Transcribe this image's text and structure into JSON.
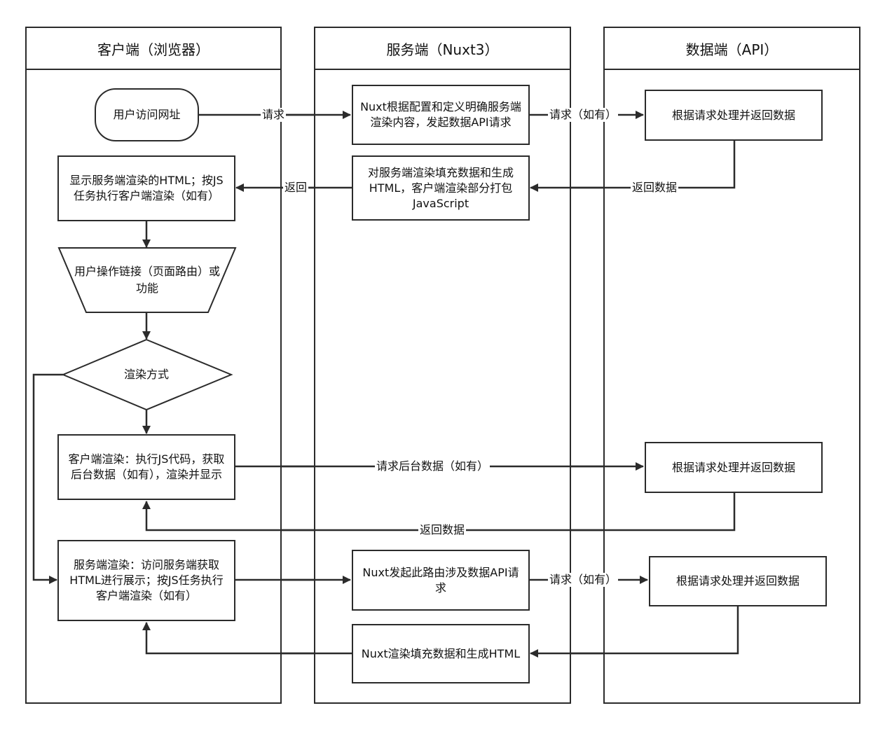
{
  "lanes": {
    "client": "客户端（浏览器）",
    "server": "服务端（Nuxt3）",
    "data": "数据端（API）"
  },
  "nodes": {
    "visit_url": "用户访问网址",
    "nuxt_config_request": "Nuxt根据配置和定义明确服务端渲染内容，发起数据API请求",
    "process_return_1": "根据请求处理并返回数据",
    "display_ssr_html": "显示服务端渲染的HTML；按JS任务执行客户端渲染（如有）",
    "fill_render_bundle": "对服务端渲染填充数据和生成HTML，客户端渲染部分打包JavaScript",
    "user_operation": "用户操作链接（页面路由）或功能",
    "render_mode": "渲染方式",
    "client_render": "客户端渲染：执行JS代码，获取后台数据（如有），渲染并显示",
    "process_return_2": "根据请求处理并返回数据",
    "server_render": "服务端渲染：访问服务端获取HTML进行展示；按JS任务执行客户端渲染（如有）",
    "nuxt_route_request": "Nuxt发起此路由涉及数据API请求",
    "process_return_3": "根据请求处理并返回数据",
    "nuxt_fill_html": "Nuxt渲染填充数据和生成HTML"
  },
  "edges": {
    "request": "请求",
    "request_if_any_1": "请求（如有）",
    "return_data_1": "返回数据",
    "return": "返回",
    "request_backend_if_any": "请求后台数据（如有）",
    "return_data_2": "返回数据",
    "request_if_any_2": "请求（如有）"
  }
}
